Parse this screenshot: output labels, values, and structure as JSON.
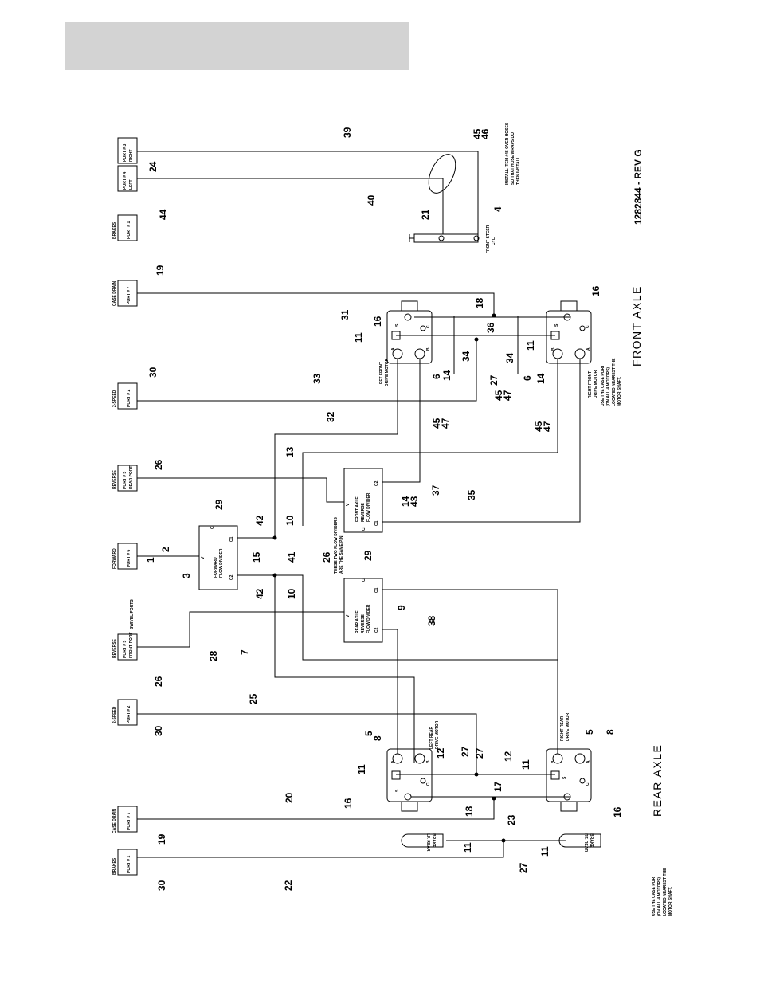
{
  "colors": {
    "header_band": "#d3d3d3",
    "ink": "#000000"
  },
  "document_number": "1282844 - REV G",
  "axles": {
    "front": "FRONT AXLE",
    "rear": "REAR AXLE"
  },
  "swivel_ports_label": "SWIVEL PORTS",
  "swivel_ports": [
    {
      "name": "BRAKES",
      "port": "PORT # 1"
    },
    {
      "name": "CASE DRAIN",
      "port": "PORT # 7"
    },
    {
      "name": "2-SPEED",
      "port": "PORT # 2"
    },
    {
      "name": "REVERSE",
      "port": "PORT # 5",
      "port2": "FRONT PORT"
    },
    {
      "name": "FORWARD",
      "port": "PORT # 6"
    },
    {
      "name": "REVERSE",
      "port": "PORT # 5",
      "port2": "REAR PORT"
    },
    {
      "name": "2-SPEED",
      "port": "PORT # 2"
    },
    {
      "name": "CASE DRAIN",
      "port": "PORT # 7"
    },
    {
      "name": "BRAKES",
      "port": "PORT # 1"
    },
    {
      "name": "PORT # 4",
      "port": "LEFT"
    },
    {
      "name": "PORT # 3",
      "port": "RIGHT"
    }
  ],
  "flow_dividers": {
    "forward": [
      "FORWARD",
      "FLOW DIVIDER"
    ],
    "front_reverse": [
      "FRONT AXLE",
      "REVERSE",
      "FLOW DIVIDER"
    ],
    "rear_reverse": [
      "REAR AXLE",
      "REVERSE",
      "FLOW DIVIDER"
    ],
    "note": [
      "THESE TWO FLOW DIVIDERS",
      "ARE THE SAME P/N"
    ]
  },
  "motors": {
    "left_front": [
      "LEFT FRONT",
      "DRIVE MOTOR"
    ],
    "right_front": [
      "RIGHT FRONT",
      "DRIVE MOTOR"
    ],
    "left_rear": [
      "LEFT REAR",
      "DRIVE MOTOR"
    ],
    "right_rear": [
      "RIGHT REAR",
      "DRIVE MOTOR"
    ]
  },
  "brakes": {
    "left_rear": [
      "LF. REAR",
      "BRAKE"
    ],
    "right_rear": [
      "RT. REAR",
      "BRAKE"
    ]
  },
  "steer_cylinder": [
    "FRONT STEER",
    "CYL."
  ],
  "notes": {
    "case_port_front": [
      "USE THE CASE PORT",
      "(ON ALL 4 MOTORS)",
      "LOCATED NEAREST THE",
      "MOTOR SHAFT."
    ],
    "case_port_rear": [
      "USE THE CASE PORT",
      "(ON ALL 4 MOTORS)",
      "LOCATED NEAREST THE",
      "MOTOR SHAFT."
    ],
    "hose_wrap": [
      "INSTALL ITEM #45 OVER HOSES",
      "SO THAT HOSE WRAPS DO",
      "THEN INSTALL"
    ]
  },
  "motor_ports": {
    "a": "A",
    "b": "B",
    "c": "C",
    "s": "S"
  },
  "divider_ports": {
    "c": "C",
    "c1": "C1",
    "c2": "C2",
    "v": "V"
  },
  "callouts": [
    "39",
    "45",
    "46",
    "24",
    "40",
    "21",
    "4",
    "44",
    "19",
    "16",
    "31",
    "18",
    "11",
    "36",
    "34",
    "27",
    "6",
    "14",
    "45",
    "47",
    "16",
    "11",
    "34",
    "6",
    "14",
    "45",
    "47",
    "33",
    "30",
    "32",
    "45",
    "47",
    "13",
    "26",
    "37",
    "14",
    "43",
    "35",
    "29",
    "42",
    "10",
    "2",
    "1",
    "3",
    "15",
    "41",
    "42",
    "10",
    "26",
    "29",
    "9",
    "38",
    "7",
    "28",
    "26",
    "25",
    "30",
    "5",
    "8",
    "27",
    "12",
    "11",
    "5",
    "8",
    "11",
    "12",
    "27",
    "17",
    "16",
    "18",
    "20",
    "19",
    "16",
    "23",
    "11",
    "11",
    "27",
    "30",
    "22"
  ]
}
